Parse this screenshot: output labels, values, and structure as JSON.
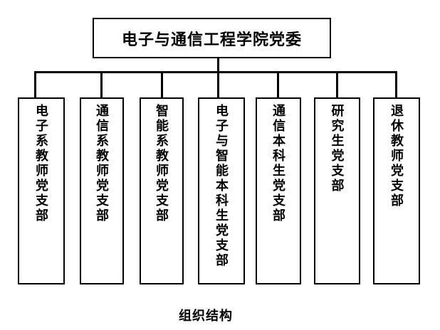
{
  "page": {
    "background_color": "#ffffff",
    "line_color": "#000000",
    "text_color": "#000000"
  },
  "org_chart": {
    "root": {
      "label": "电子与通信工程学院党委"
    },
    "branches": [
      {
        "label": "电子系教师党支部"
      },
      {
        "label": "通信系教师党支部"
      },
      {
        "label": "智能系教师党支部"
      },
      {
        "label": "电子与智能本科生党支部"
      },
      {
        "label": "通信本科生党支部"
      },
      {
        "label": "研究生党支部"
      },
      {
        "label": "退休教师党支部"
      }
    ],
    "caption": "组织结构"
  }
}
